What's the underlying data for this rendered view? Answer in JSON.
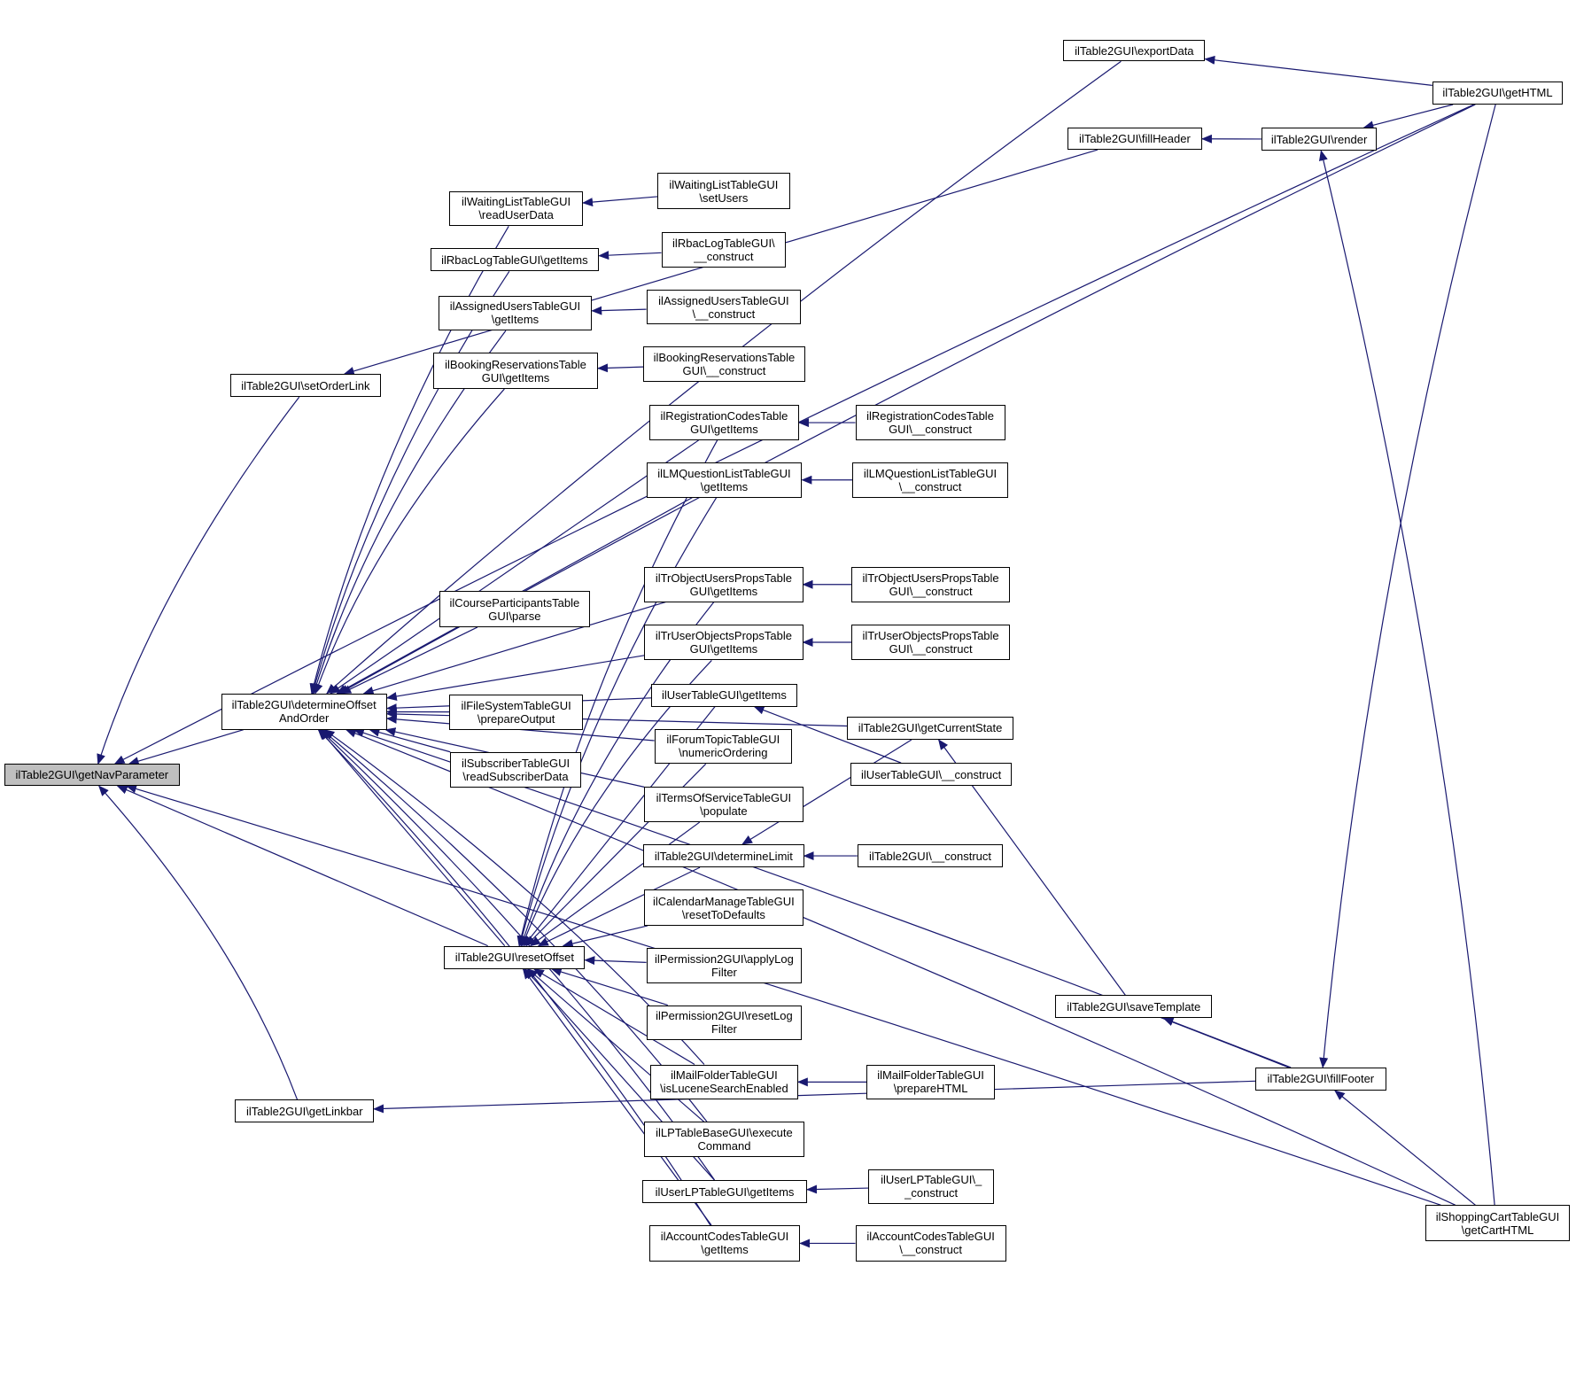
{
  "colors": {
    "edge": "#191970",
    "root_fill": "#bfbfbf",
    "node_fill": "#ffffff",
    "border": "#000000"
  },
  "nodes": [
    {
      "id": "getNavParameter",
      "lines": [
        "ilTable2GUI\\getNavParameter"
      ],
      "root": true
    },
    {
      "id": "setOrderLink",
      "lines": [
        "ilTable2GUI\\setOrderLink"
      ]
    },
    {
      "id": "determineOffsetAndOrder",
      "lines": [
        "ilTable2GUI\\determineOffset",
        "AndOrder"
      ]
    },
    {
      "id": "resetOffset",
      "lines": [
        "ilTable2GUI\\resetOffset"
      ]
    },
    {
      "id": "getLinkbar",
      "lines": [
        "ilTable2GUI\\getLinkbar"
      ]
    },
    {
      "id": "waitingReadUserData",
      "lines": [
        "ilWaitingListTableGUI",
        "\\readUserData"
      ]
    },
    {
      "id": "rbacGetItems",
      "lines": [
        "ilRbacLogTableGUI\\getItems"
      ]
    },
    {
      "id": "assignedGetItems",
      "lines": [
        "ilAssignedUsersTableGUI",
        "\\getItems"
      ]
    },
    {
      "id": "bookingGetItems",
      "lines": [
        "ilBookingReservationsTable",
        "GUI\\getItems"
      ]
    },
    {
      "id": "courseParse",
      "lines": [
        "ilCourseParticipantsTable",
        "GUI\\parse"
      ]
    },
    {
      "id": "fileSystemPrepare",
      "lines": [
        "ilFileSystemTableGUI",
        "\\prepareOutput"
      ]
    },
    {
      "id": "subscriberRead",
      "lines": [
        "ilSubscriberTableGUI",
        "\\readSubscriberData"
      ]
    },
    {
      "id": "exportData",
      "lines": [
        "ilTable2GUI\\exportData"
      ]
    },
    {
      "id": "fillHeader",
      "lines": [
        "ilTable2GUI\\fillHeader"
      ]
    },
    {
      "id": "waitingSetUsers",
      "lines": [
        "ilWaitingListTableGUI",
        "\\setUsers"
      ]
    },
    {
      "id": "rbacConstruct",
      "lines": [
        "ilRbacLogTableGUI\\",
        "__construct"
      ]
    },
    {
      "id": "assignedConstruct",
      "lines": [
        "ilAssignedUsersTableGUI",
        "\\__construct"
      ]
    },
    {
      "id": "bookingConstruct",
      "lines": [
        "ilBookingReservationsTable",
        "GUI\\__construct"
      ]
    },
    {
      "id": "regCodesGetItems",
      "lines": [
        "ilRegistrationCodesTable",
        "GUI\\getItems"
      ]
    },
    {
      "id": "lmQuestionGetItems",
      "lines": [
        "ilLMQuestionListTableGUI",
        "\\getItems"
      ]
    },
    {
      "id": "trObjUsersGetItems",
      "lines": [
        "ilTrObjectUsersPropsTable",
        "GUI\\getItems"
      ]
    },
    {
      "id": "trUserObjGetItems",
      "lines": [
        "ilTrUserObjectsPropsTable",
        "GUI\\getItems"
      ]
    },
    {
      "id": "userTableGetItems",
      "lines": [
        "ilUserTableGUI\\getItems"
      ]
    },
    {
      "id": "forumNumeric",
      "lines": [
        "ilForumTopicTableGUI",
        "\\numericOrdering"
      ]
    },
    {
      "id": "termsPopulate",
      "lines": [
        "ilTermsOfServiceTableGUI",
        "\\populate"
      ]
    },
    {
      "id": "determineLimit",
      "lines": [
        "ilTable2GUI\\determineLimit"
      ]
    },
    {
      "id": "calendarReset",
      "lines": [
        "ilCalendarManageTableGUI",
        "\\resetToDefaults"
      ]
    },
    {
      "id": "permApplyLog",
      "lines": [
        "ilPermission2GUI\\applyLog",
        "Filter"
      ]
    },
    {
      "id": "permResetLog",
      "lines": [
        "ilPermission2GUI\\resetLog",
        "Filter"
      ]
    },
    {
      "id": "mailLucene",
      "lines": [
        "ilMailFolderTableGUI",
        "\\isLuceneSearchEnabled"
      ]
    },
    {
      "id": "lpExecute",
      "lines": [
        "ilLPTableBaseGUI\\execute",
        "Command"
      ]
    },
    {
      "id": "userLPGetItems",
      "lines": [
        "ilUserLPTableGUI\\getItems"
      ]
    },
    {
      "id": "accountGetItems",
      "lines": [
        "ilAccountCodesTableGUI",
        "\\getItems"
      ]
    },
    {
      "id": "regCodesConstruct",
      "lines": [
        "ilRegistrationCodesTable",
        "GUI\\__construct"
      ]
    },
    {
      "id": "lmQuestionConstruct",
      "lines": [
        "ilLMQuestionListTableGUI",
        "\\__construct"
      ]
    },
    {
      "id": "trObjUsersConstruct",
      "lines": [
        "ilTrObjectUsersPropsTable",
        "GUI\\__construct"
      ]
    },
    {
      "id": "trUserObjConstruct",
      "lines": [
        "ilTrUserObjectsPropsTable",
        "GUI\\__construct"
      ]
    },
    {
      "id": "getCurrentState",
      "lines": [
        "ilTable2GUI\\getCurrentState"
      ]
    },
    {
      "id": "userTableConstruct",
      "lines": [
        "ilUserTableGUI\\__construct"
      ]
    },
    {
      "id": "table2Construct",
      "lines": [
        "ilTable2GUI\\__construct"
      ]
    },
    {
      "id": "mailPrepareHTML",
      "lines": [
        "ilMailFolderTableGUI",
        "\\prepareHTML"
      ]
    },
    {
      "id": "userLPConstruct",
      "lines": [
        "ilUserLPTableGUI\\_",
        "_construct"
      ]
    },
    {
      "id": "accountConstruct",
      "lines": [
        "ilAccountCodesTableGUI",
        "\\__construct"
      ]
    },
    {
      "id": "render",
      "lines": [
        "ilTable2GUI\\render"
      ]
    },
    {
      "id": "saveTemplate",
      "lines": [
        "ilTable2GUI\\saveTemplate"
      ]
    },
    {
      "id": "fillFooter",
      "lines": [
        "ilTable2GUI\\fillFooter"
      ]
    },
    {
      "id": "getHTML",
      "lines": [
        "ilTable2GUI\\getHTML"
      ]
    },
    {
      "id": "shoppingCart",
      "lines": [
        "ilShoppingCartTableGUI",
        "\\getCartHTML"
      ]
    }
  ],
  "edges": [
    [
      "getNavParameter",
      "setOrderLink"
    ],
    [
      "getNavParameter",
      "determineOffsetAndOrder"
    ],
    [
      "getNavParameter",
      "resetOffset"
    ],
    [
      "getNavParameter",
      "getLinkbar"
    ],
    [
      "getNavParameter",
      "getHTML"
    ],
    [
      "getNavParameter",
      "shoppingCart"
    ],
    [
      "setOrderLink",
      "fillHeader"
    ],
    [
      "determineOffsetAndOrder",
      "waitingReadUserData"
    ],
    [
      "determineOffsetAndOrder",
      "rbacGetItems"
    ],
    [
      "determineOffsetAndOrder",
      "assignedGetItems"
    ],
    [
      "determineOffsetAndOrder",
      "bookingGetItems"
    ],
    [
      "determineOffsetAndOrder",
      "courseParse"
    ],
    [
      "determineOffsetAndOrder",
      "fileSystemPrepare"
    ],
    [
      "determineOffsetAndOrder",
      "subscriberRead"
    ],
    [
      "determineOffsetAndOrder",
      "exportData"
    ],
    [
      "determineOffsetAndOrder",
      "getHTML"
    ],
    [
      "determineOffsetAndOrder",
      "regCodesGetItems"
    ],
    [
      "determineOffsetAndOrder",
      "lmQuestionGetItems"
    ],
    [
      "determineOffsetAndOrder",
      "trObjUsersGetItems"
    ],
    [
      "determineOffsetAndOrder",
      "trUserObjGetItems"
    ],
    [
      "determineOffsetAndOrder",
      "getCurrentState"
    ],
    [
      "determineOffsetAndOrder",
      "userTableGetItems"
    ],
    [
      "determineOffsetAndOrder",
      "forumNumeric"
    ],
    [
      "determineOffsetAndOrder",
      "termsPopulate"
    ],
    [
      "determineOffsetAndOrder",
      "resetOffset"
    ],
    [
      "determineOffsetAndOrder",
      "mailLucene"
    ],
    [
      "determineOffsetAndOrder",
      "lpExecute"
    ],
    [
      "determineOffsetAndOrder",
      "userLPGetItems"
    ],
    [
      "determineOffsetAndOrder",
      "accountGetItems"
    ],
    [
      "determineOffsetAndOrder",
      "fillFooter"
    ],
    [
      "determineOffsetAndOrder",
      "shoppingCart"
    ],
    [
      "resetOffset",
      "regCodesGetItems"
    ],
    [
      "resetOffset",
      "lmQuestionGetItems"
    ],
    [
      "resetOffset",
      "trObjUsersGetItems"
    ],
    [
      "resetOffset",
      "trUserObjGetItems"
    ],
    [
      "resetOffset",
      "userTableGetItems"
    ],
    [
      "resetOffset",
      "forumNumeric"
    ],
    [
      "resetOffset",
      "termsPopulate"
    ],
    [
      "resetOffset",
      "determineLimit"
    ],
    [
      "resetOffset",
      "calendarReset"
    ],
    [
      "resetOffset",
      "permApplyLog"
    ],
    [
      "resetOffset",
      "permResetLog"
    ],
    [
      "resetOffset",
      "mailLucene"
    ],
    [
      "resetOffset",
      "lpExecute"
    ],
    [
      "resetOffset",
      "userLPGetItems"
    ],
    [
      "resetOffset",
      "accountGetItems"
    ],
    [
      "getLinkbar",
      "fillFooter"
    ],
    [
      "waitingReadUserData",
      "waitingSetUsers"
    ],
    [
      "rbacGetItems",
      "rbacConstruct"
    ],
    [
      "assignedGetItems",
      "assignedConstruct"
    ],
    [
      "bookingGetItems",
      "bookingConstruct"
    ],
    [
      "exportData",
      "getHTML"
    ],
    [
      "fillHeader",
      "render"
    ],
    [
      "regCodesGetItems",
      "regCodesConstruct"
    ],
    [
      "lmQuestionGetItems",
      "lmQuestionConstruct"
    ],
    [
      "trObjUsersGetItems",
      "trObjUsersConstruct"
    ],
    [
      "trUserObjGetItems",
      "trUserObjConstruct"
    ],
    [
      "userTableGetItems",
      "userTableConstruct"
    ],
    [
      "determineLimit",
      "getCurrentState"
    ],
    [
      "determineLimit",
      "table2Construct"
    ],
    [
      "mailLucene",
      "mailPrepareHTML"
    ],
    [
      "userLPGetItems",
      "userLPConstruct"
    ],
    [
      "accountGetItems",
      "accountConstruct"
    ],
    [
      "render",
      "getHTML"
    ],
    [
      "render",
      "shoppingCart"
    ],
    [
      "getCurrentState",
      "saveTemplate"
    ],
    [
      "saveTemplate",
      "fillFooter"
    ],
    [
      "fillFooter",
      "getHTML"
    ],
    [
      "fillFooter",
      "shoppingCart"
    ]
  ]
}
